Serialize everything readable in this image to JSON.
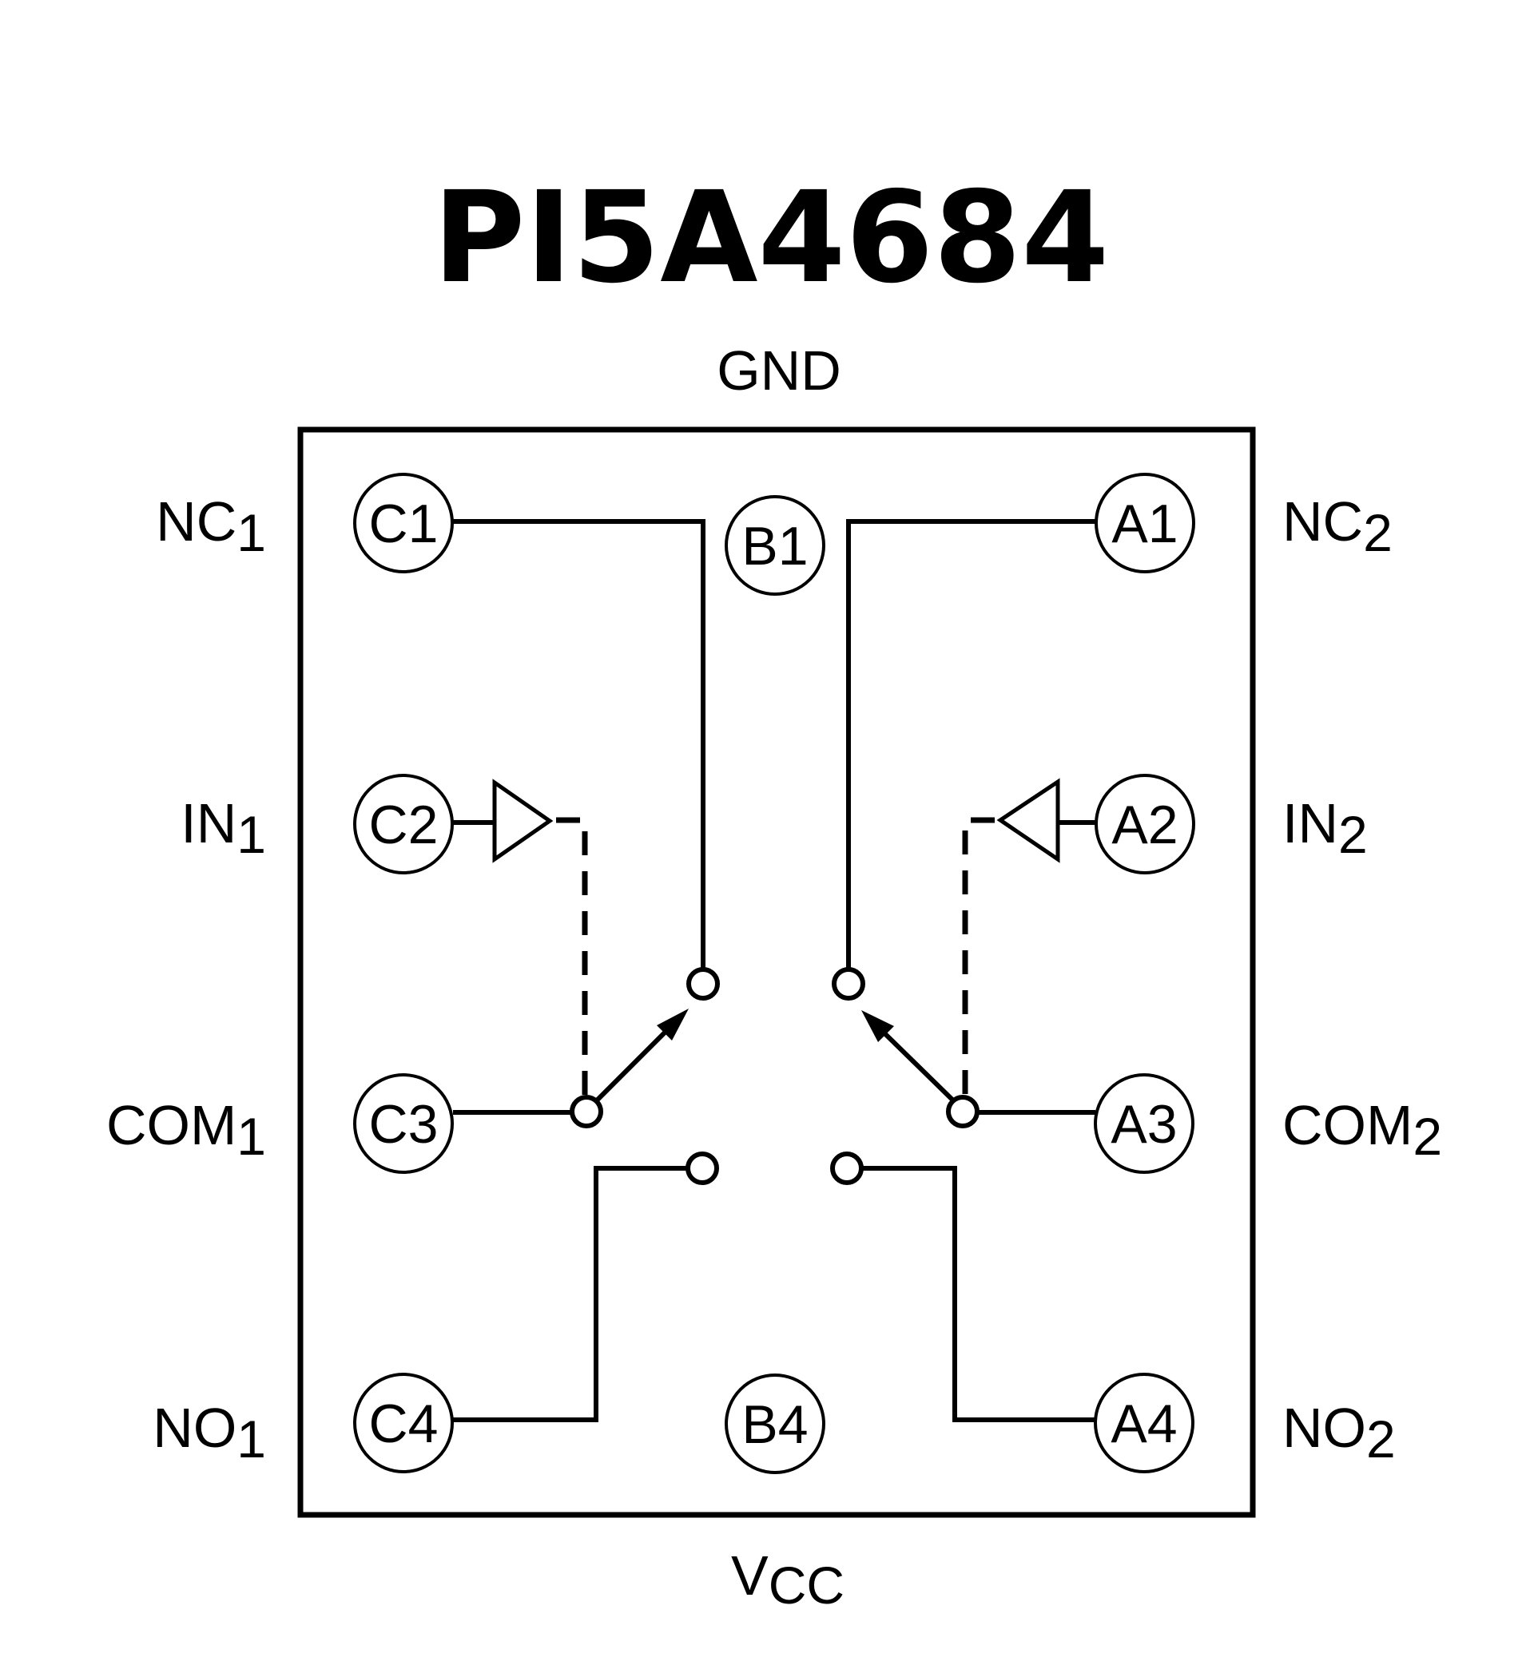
{
  "title": "PI5A4684",
  "edge_labels": {
    "top": "GND",
    "bottom": {
      "main": "V",
      "sub": "CC"
    }
  },
  "pins": [
    {
      "id": "C1",
      "signal": "NC",
      "sub": "1",
      "side": "left",
      "row": 1
    },
    {
      "id": "C2",
      "signal": "IN",
      "sub": "1",
      "side": "left",
      "row": 2
    },
    {
      "id": "C3",
      "signal": "COM",
      "sub": "1",
      "side": "left",
      "row": 3
    },
    {
      "id": "C4",
      "signal": "NO",
      "sub": "1",
      "side": "left",
      "row": 4
    },
    {
      "id": "B1",
      "signal": "GND",
      "side": "center",
      "row": 1
    },
    {
      "id": "B4",
      "signal": "VCC",
      "side": "center",
      "row": 4
    },
    {
      "id": "A1",
      "signal": "NC",
      "sub": "2",
      "side": "right",
      "row": 1
    },
    {
      "id": "A2",
      "signal": "IN",
      "sub": "2",
      "side": "right",
      "row": 2
    },
    {
      "id": "A3",
      "signal": "COM",
      "sub": "2",
      "side": "right",
      "row": 3
    },
    {
      "id": "A4",
      "signal": "NO",
      "sub": "2",
      "side": "right",
      "row": 4
    }
  ],
  "switches": [
    {
      "name": "switch-1",
      "com_pin": "C3",
      "nc_pin": "C1",
      "no_pin": "C4",
      "control_pin": "C2",
      "position": "NC"
    },
    {
      "name": "switch-2",
      "com_pin": "A3",
      "nc_pin": "A1",
      "no_pin": "A4",
      "control_pin": "A2",
      "position": "NC"
    }
  ]
}
